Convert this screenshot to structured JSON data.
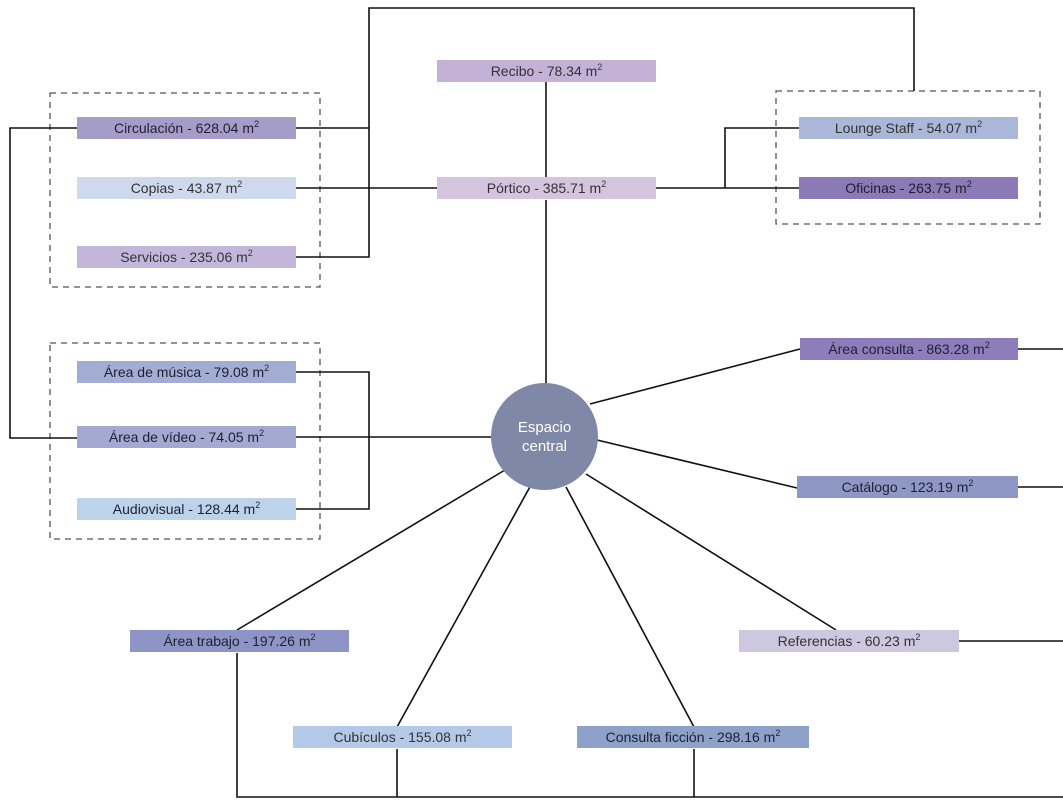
{
  "center": {
    "line1": "Espacio",
    "line2": "central",
    "color": "#7f88a6"
  },
  "colors": {
    "line": "#111111",
    "frame": "#555555"
  },
  "nodes": {
    "recibo": {
      "label": "Recibo - 78.34 m",
      "sup": "2",
      "color": "#c4b2d6"
    },
    "portico": {
      "label": "Pórtico - 385.71 m",
      "sup": "2",
      "color": "#d5c4de"
    },
    "circulacion": {
      "label": "Circulación - 628.04 m",
      "sup": "2",
      "color": "#a59dc8"
    },
    "copias": {
      "label": "Copias - 43.87 m",
      "sup": "2",
      "color": "#cfd9ee"
    },
    "servicios": {
      "label": "Servicios - 235.06 m",
      "sup": "2",
      "color": "#c2b7db"
    },
    "lounge": {
      "label": "Lounge Staff - 54.07 m",
      "sup": "2",
      "color": "#aab7d9"
    },
    "oficinas": {
      "label": "Oficinas - 263.75 m",
      "sup": "2",
      "color": "#8c7ab6"
    },
    "musica": {
      "label": "Área de música - 79.08 m",
      "sup": "2",
      "color": "#a3acd3"
    },
    "video": {
      "label": "Área de vídeo - 74.05 m",
      "sup": "2",
      "color": "#a3a9d0"
    },
    "audiovisual": {
      "label": "Audiovisual - 128.44 m",
      "sup": "2",
      "color": "#bcd3ea"
    },
    "consulta": {
      "label": "Área consulta - 863.28 m",
      "sup": "2",
      "color": "#8f7dbb"
    },
    "catalogo": {
      "label": "Catálogo - 123.19 m",
      "sup": "2",
      "color": "#8f98c4"
    },
    "trabajo": {
      "label": "Área trabajo - 197.26 m",
      "sup": "2",
      "color": "#8f94c7"
    },
    "referencias": {
      "label": "Referencias - 60.23 m",
      "sup": "2",
      "color": "#cdc7e0"
    },
    "cubiculos": {
      "label": "Cubículos - 155.08 m",
      "sup": "2",
      "color": "#b4c9e7"
    },
    "ficcion": {
      "label": "Consulta ficción - 298.16 m",
      "sup": "2",
      "color": "#8ea1c9"
    }
  }
}
